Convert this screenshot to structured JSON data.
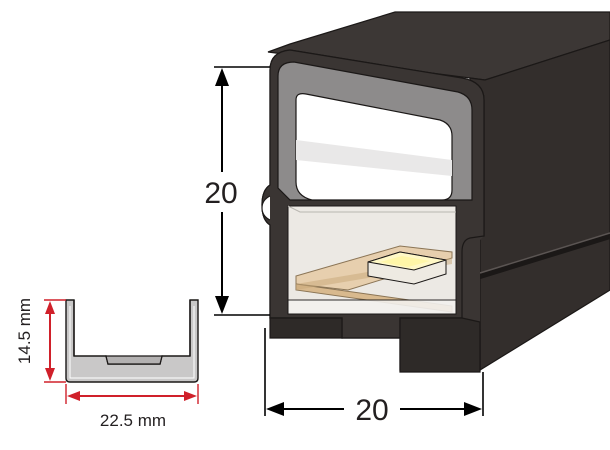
{
  "main_profile": {
    "height_label": "20",
    "width_label": "20"
  },
  "channel_profile": {
    "height_label": "14.5 mm",
    "width_label": "22.5 mm"
  },
  "colors": {
    "housing": "#3a3533",
    "housing_dark": "#2a2624",
    "cap_gray": "#8d8b8b",
    "led": "#fff8c6",
    "pcb": "#d8b98e",
    "dimension_red": "#d0202a",
    "dimension_black": "#000000"
  }
}
